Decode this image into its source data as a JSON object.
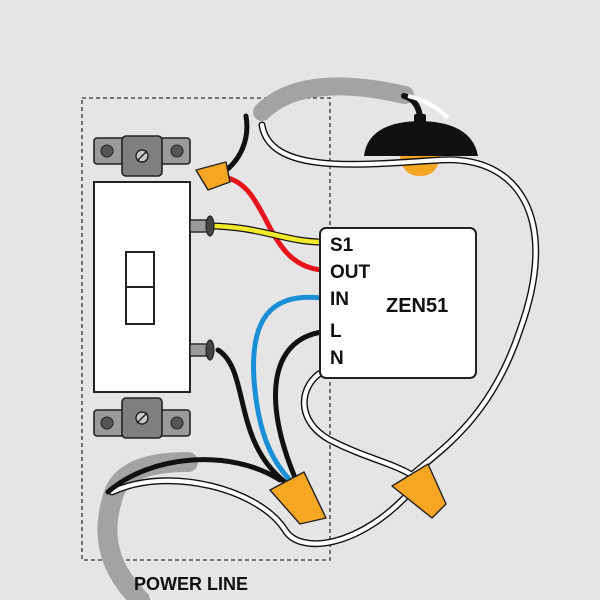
{
  "module": {
    "name": "ZEN51",
    "terminals": [
      "S1",
      "OUT",
      "IN",
      "L",
      "N"
    ]
  },
  "footer_label": "POWER LINE",
  "colors": {
    "background": "#e5e5e5",
    "hot_black": "#111111",
    "neutral_white": "#ffffff",
    "line_red": "#e8141b",
    "switch_yellow": "#f2ea2a",
    "in_blue": "#1a8fd6",
    "cable_gray": "#a3a3a3",
    "wire_nut_orange": "#f5a623"
  }
}
